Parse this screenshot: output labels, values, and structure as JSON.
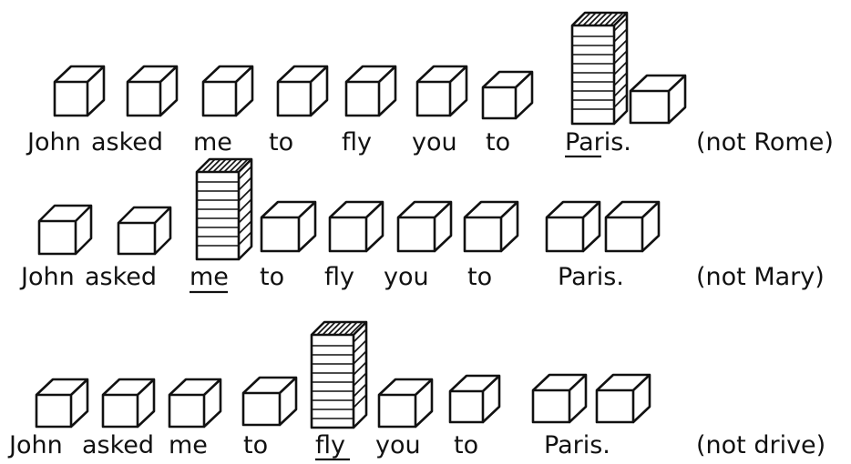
{
  "rows": [
    {
      "words": [
        {
          "text": "John",
          "stressed": false,
          "underline": ""
        },
        {
          "text": "asked",
          "stressed": false,
          "underline": ""
        },
        {
          "text": "me",
          "stressed": false,
          "underline": ""
        },
        {
          "text": "to",
          "stressed": false,
          "underline": ""
        },
        {
          "text": "fly",
          "stressed": false,
          "underline": ""
        },
        {
          "text": "you",
          "stressed": false,
          "underline": ""
        },
        {
          "text": "to",
          "stressed": false,
          "underline": ""
        },
        {
          "text": "Paris.",
          "stressed": true,
          "underline": "Pa"
        }
      ],
      "note": "(not Rome)"
    },
    {
      "words": [
        {
          "text": "John",
          "stressed": false,
          "underline": ""
        },
        {
          "text": "asked",
          "stressed": false,
          "underline": ""
        },
        {
          "text": "me",
          "stressed": true,
          "underline": "me"
        },
        {
          "text": "to",
          "stressed": false,
          "underline": ""
        },
        {
          "text": "fly",
          "stressed": false,
          "underline": ""
        },
        {
          "text": "you",
          "stressed": false,
          "underline": ""
        },
        {
          "text": "to",
          "stressed": false,
          "underline": ""
        },
        {
          "text": "Paris.",
          "stressed": false,
          "underline": ""
        }
      ],
      "note": "(not Mary)"
    },
    {
      "words": [
        {
          "text": "John",
          "stressed": false,
          "underline": ""
        },
        {
          "text": "asked",
          "stressed": false,
          "underline": ""
        },
        {
          "text": "me",
          "stressed": false,
          "underline": ""
        },
        {
          "text": "to",
          "stressed": false,
          "underline": ""
        },
        {
          "text": "fly",
          "stressed": true,
          "underline": "fly"
        },
        {
          "text": "you",
          "stressed": false,
          "underline": ""
        },
        {
          "text": "to",
          "stressed": false,
          "underline": ""
        },
        {
          "text": "Paris.",
          "stressed": false,
          "underline": ""
        }
      ],
      "note": "(not drive)"
    }
  ]
}
